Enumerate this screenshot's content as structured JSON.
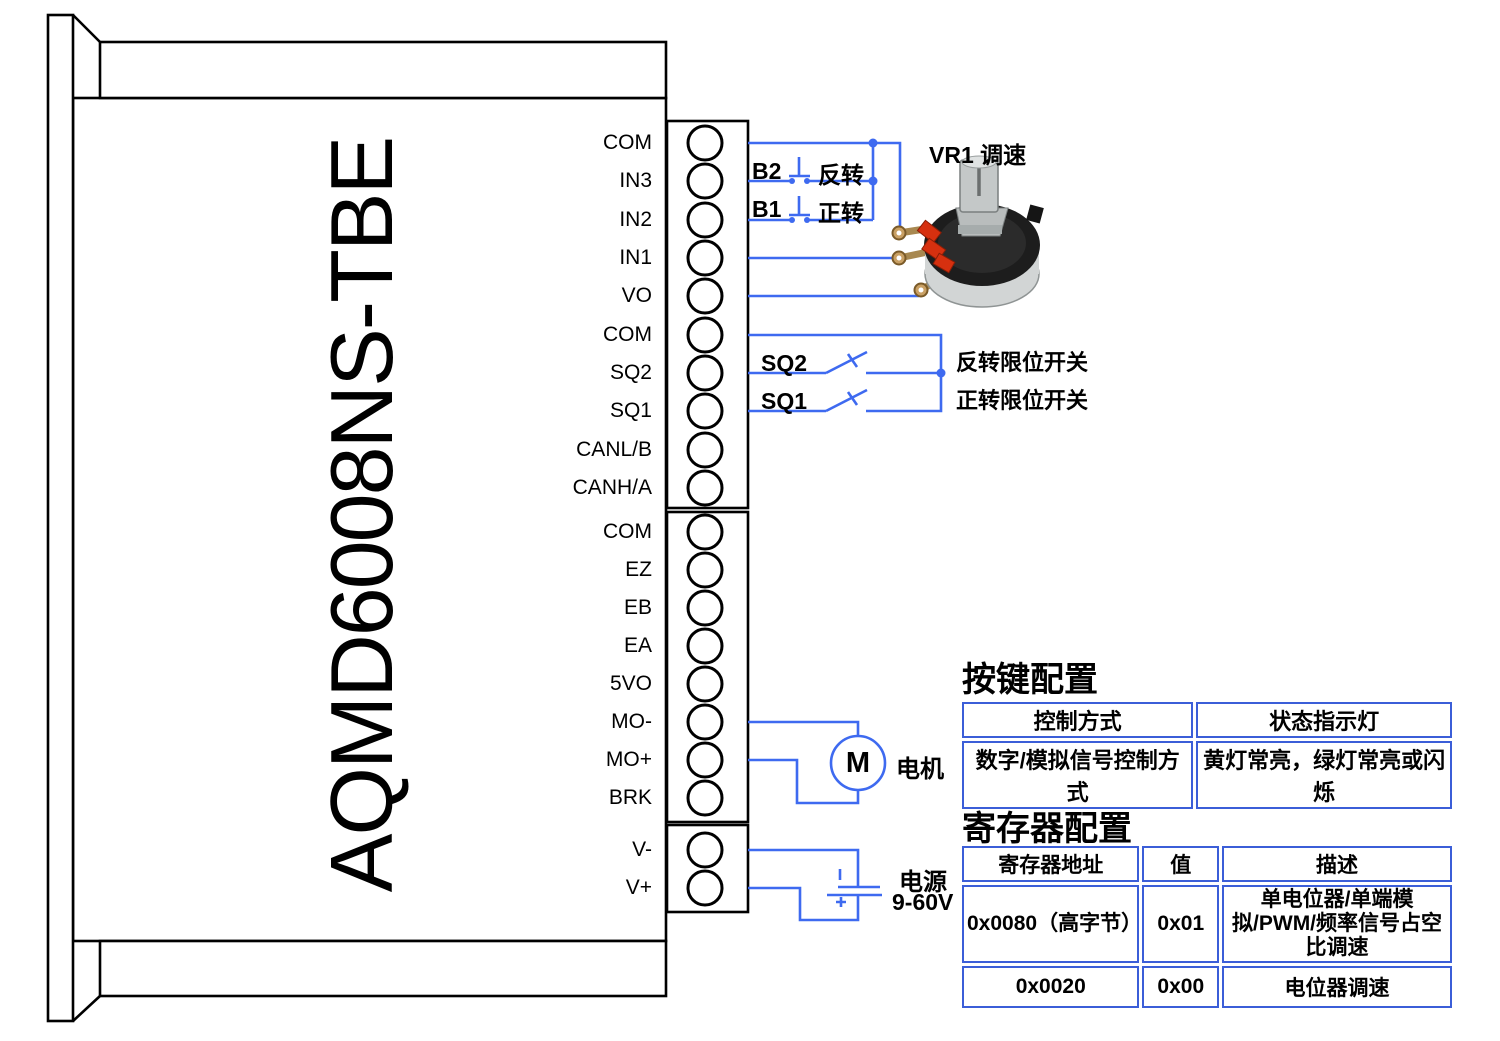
{
  "device": {
    "model": "AQMD6008NS-TBE"
  },
  "terminal_blocks": {
    "block1": [
      "COM",
      "IN3",
      "IN2",
      "IN1",
      "VO",
      "COM",
      "SQ2",
      "SQ1",
      "CANL/B",
      "CANH/A"
    ],
    "block2": [
      "COM",
      "EZ",
      "EB",
      "EA",
      "5VO",
      "MO-",
      "MO+",
      "BRK"
    ],
    "block3": [
      "V-",
      "V+"
    ]
  },
  "wiring": {
    "buttons": [
      {
        "id": "B2",
        "action": "反转"
      },
      {
        "id": "B1",
        "action": "正转"
      }
    ],
    "potentiometer": {
      "label": "VR1 调速"
    },
    "limit_switches": [
      {
        "id": "SQ2",
        "desc": "反转限位开关"
      },
      {
        "id": "SQ1",
        "desc": "正转限位开关"
      }
    ],
    "motor": {
      "symbol": "M",
      "label": "电机"
    },
    "power": {
      "label": "电源",
      "range": "9-60V",
      "polarity_negative": "-",
      "polarity_positive": "+"
    }
  },
  "tables": {
    "keys": {
      "title": "按键配置",
      "headers": [
        "控制方式",
        "状态指示灯"
      ],
      "rows": [
        [
          "数字/模拟信号控制方式",
          "黄灯常亮，绿灯常亮或闪烁"
        ]
      ]
    },
    "registers": {
      "title": "寄存器配置",
      "headers": [
        "寄存器地址",
        "值",
        "描述"
      ],
      "rows": [
        [
          "0x0080（高字节）",
          "0x01",
          "单电位器/单端模拟/PWM/频率信号占空比调速"
        ],
        [
          "0x0020",
          "0x00",
          "电位器调速"
        ]
      ]
    }
  },
  "colors": {
    "wire": "#3e6af0",
    "table_border": "#3b5ed8",
    "outline": "#000000"
  }
}
